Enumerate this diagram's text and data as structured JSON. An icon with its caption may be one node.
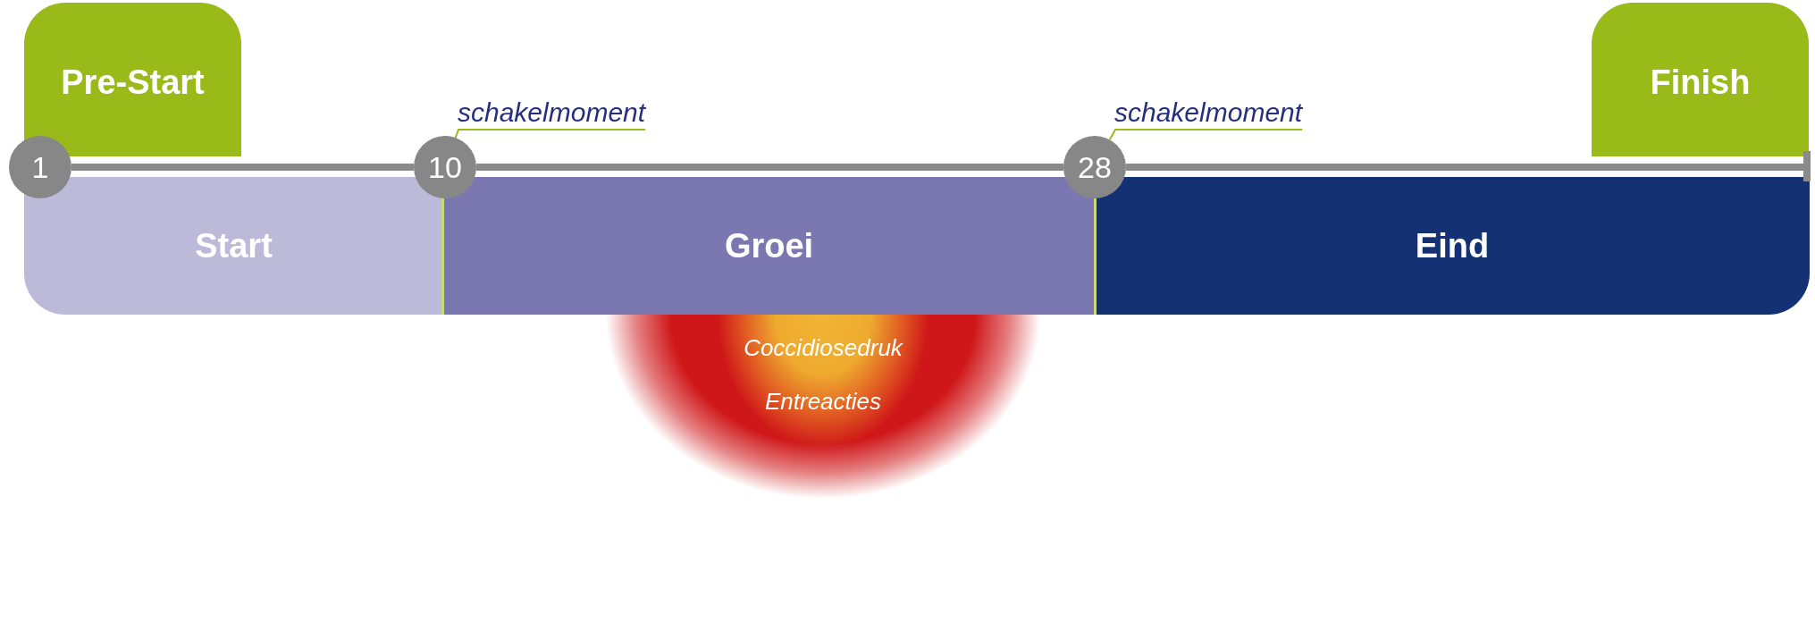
{
  "diagram": {
    "nodes": [
      {
        "text": [
          "Pre-Start"
        ]
      },
      {
        "text": [
          "schakelmoment"
        ]
      },
      {
        "text": [
          "schakelmoment"
        ]
      },
      {
        "text": [
          "Finish"
        ]
      },
      {
        "text": [
          "1"
        ]
      },
      {
        "text": [
          "10"
        ]
      },
      {
        "text": [
          "28"
        ]
      },
      {
        "text": [
          "Start"
        ]
      },
      {
        "text": [
          "Groei"
        ]
      },
      {
        "text": [
          "Eind"
        ]
      },
      {
        "text": [
          "Coccidiosedruk",
          "Entreacties"
        ]
      }
    ],
    "edges": [
      {
        "from": 4,
        "to": 5,
        "arrow": "none"
      },
      {
        "from": 5,
        "to": 6,
        "arrow": "none"
      },
      {
        "from": 6,
        "to": 3,
        "arrow": "other"
      },
      {
        "from": 1,
        "to": 5,
        "arrow": "none",
        "color": "#9bbb1a"
      },
      {
        "from": 2,
        "to": 6,
        "arrow": "none",
        "color": "#9bbb1a"
      }
    ]
  }
}
